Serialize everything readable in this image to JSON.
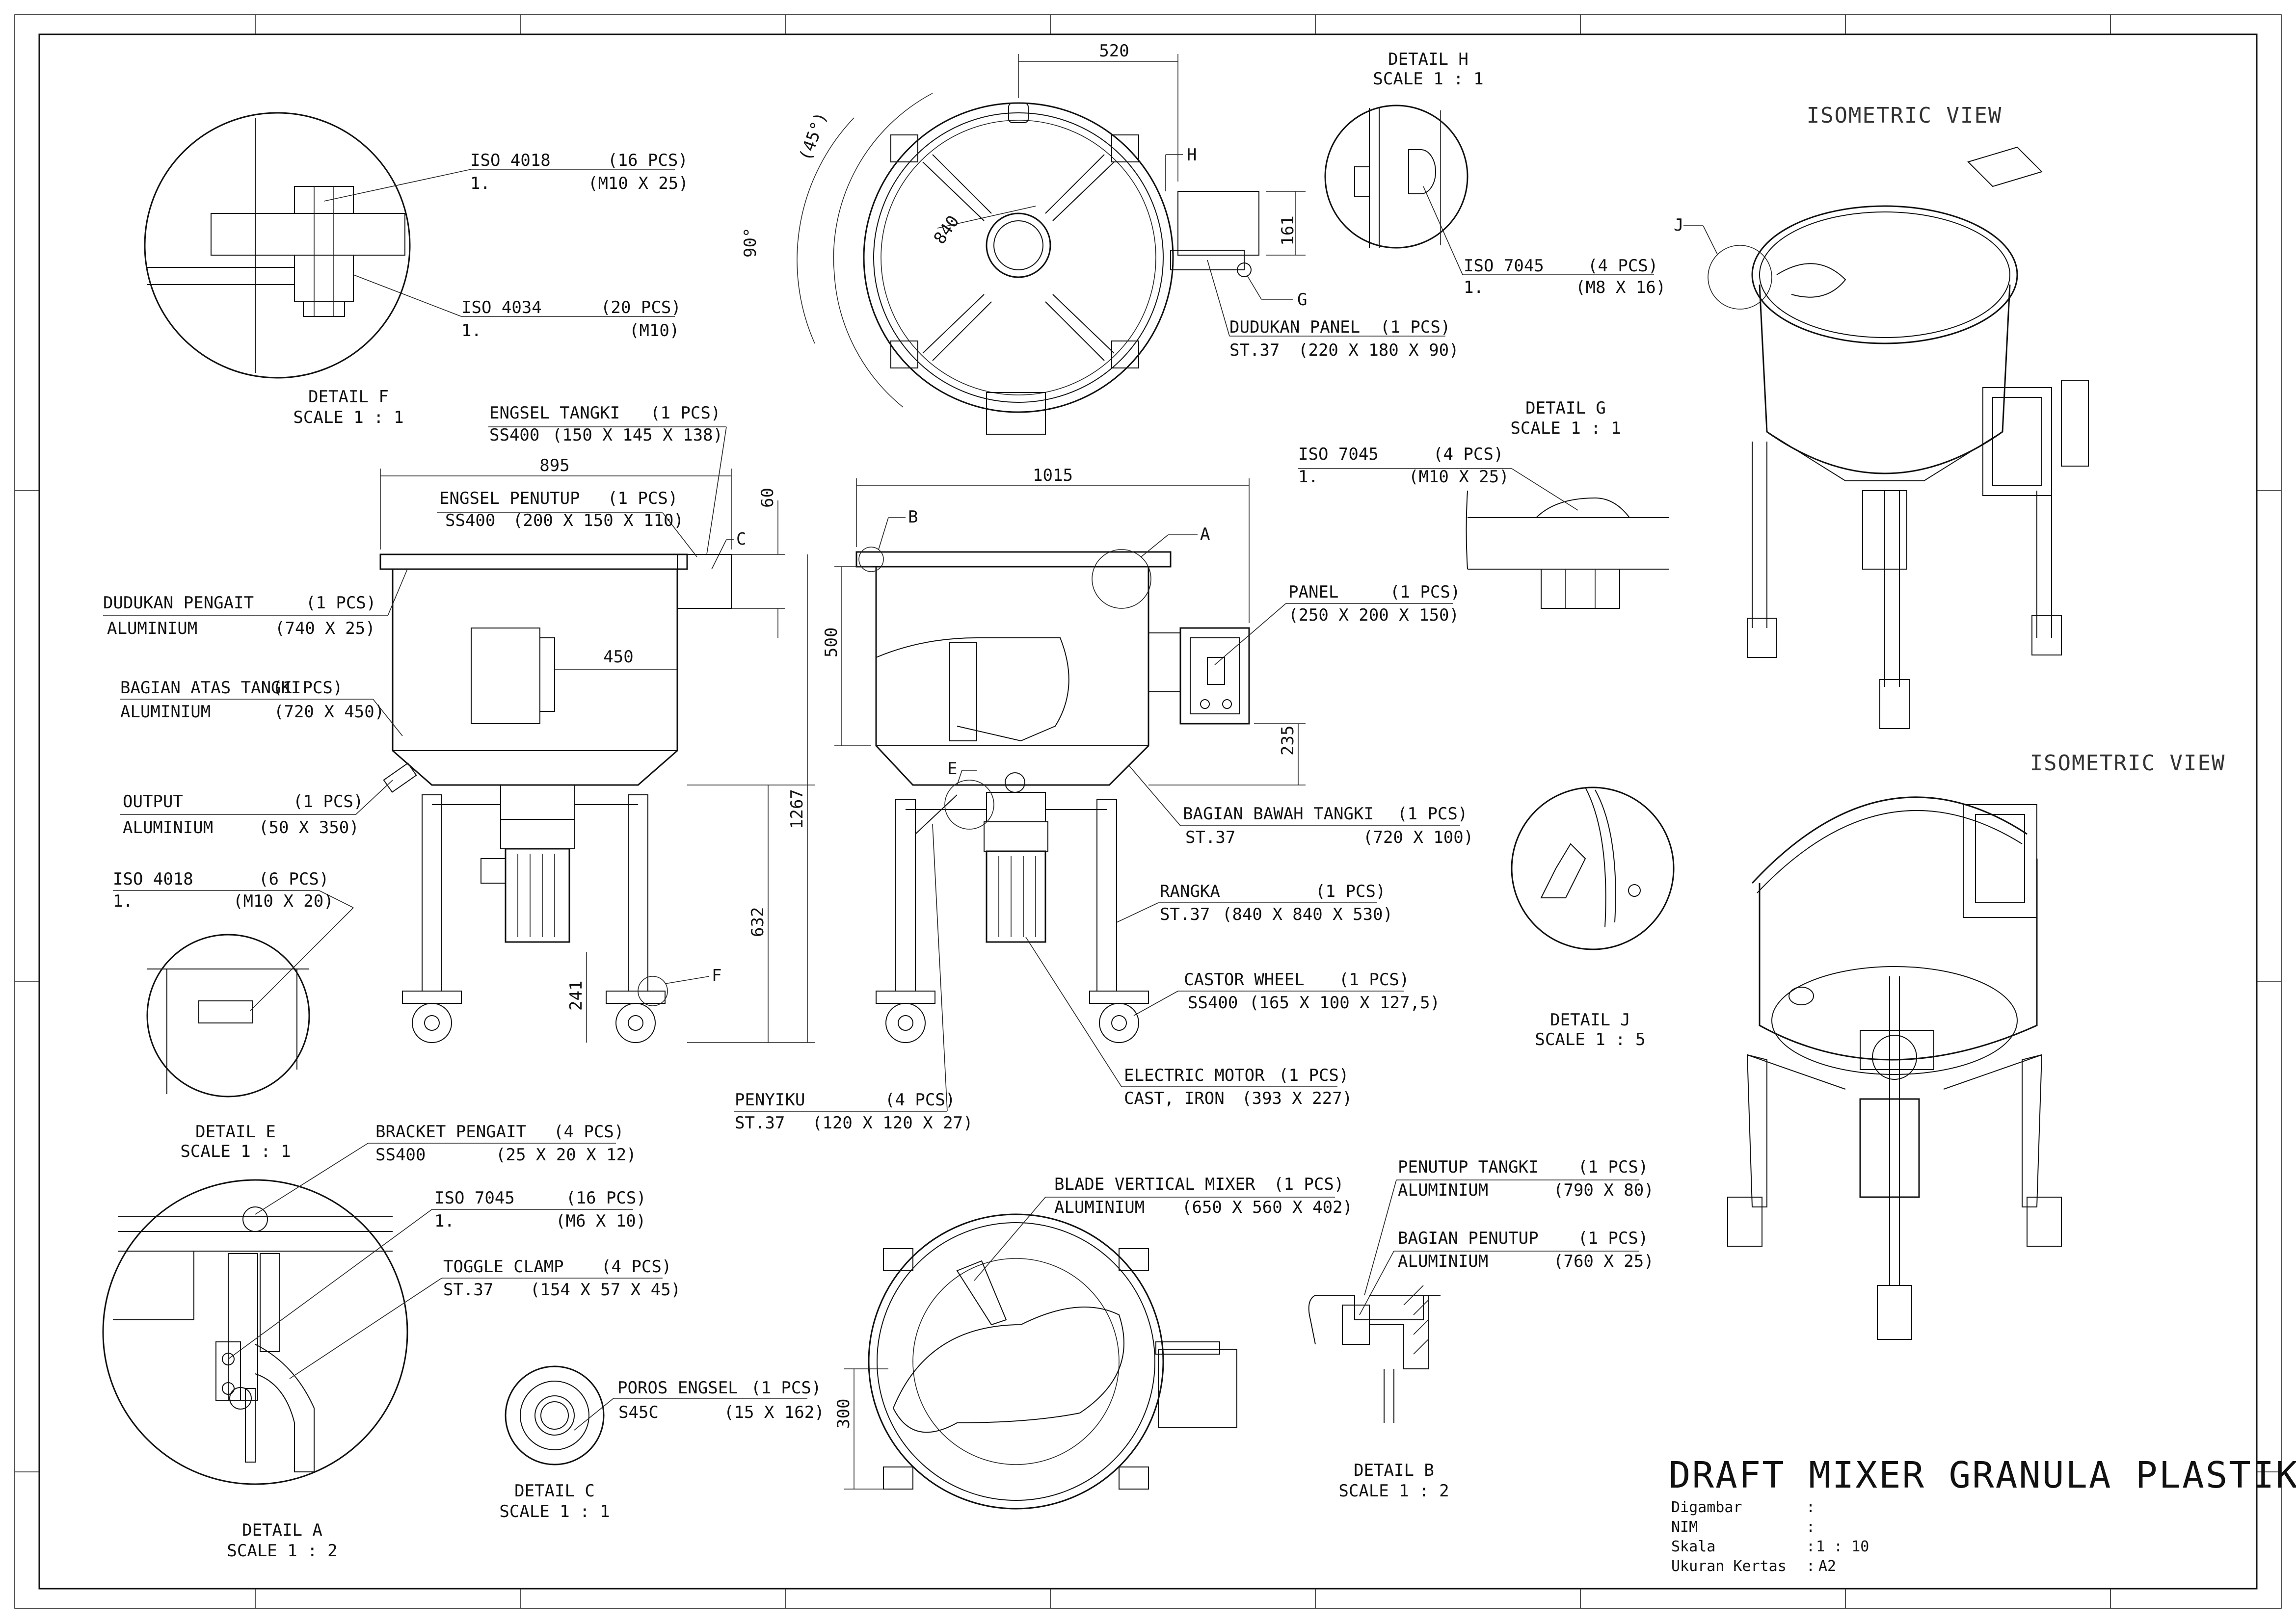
{
  "title_block": {
    "title": "DRAFT MIXER GRANULA PLASTIK",
    "rows": [
      {
        "label": "Digambar",
        "sep": ":",
        "value": ""
      },
      {
        "label": "NIM",
        "sep": ":",
        "value": ""
      },
      {
        "label": "Skala",
        "sep": ":",
        "value": "1 : 10"
      },
      {
        "label": "Ukuran Kertas",
        "sep": ":",
        "value": "A2"
      }
    ]
  },
  "views": {
    "iso_top": "ISOMETRIC VIEW",
    "iso_bottom": "ISOMETRIC VIEW"
  },
  "details": {
    "f": {
      "name": "DETAIL F",
      "scale": "SCALE 1 : 1"
    },
    "h": {
      "name": "DETAIL H",
      "scale": "SCALE 1 : 1"
    },
    "g": {
      "name": "DETAIL G",
      "scale": "SCALE 1 : 1"
    },
    "e": {
      "name": "DETAIL E",
      "scale": "SCALE 1 : 1"
    },
    "j": {
      "name": "DETAIL J",
      "scale": "SCALE 1 : 5"
    },
    "a": {
      "name": "DETAIL A",
      "scale": "SCALE 1 : 2"
    },
    "c": {
      "name": "DETAIL C",
      "scale": "SCALE 1 : 1"
    },
    "b": {
      "name": "DETAIL B",
      "scale": "SCALE 1 : 2"
    }
  },
  "labels": {
    "iso4018_f": {
      "name": "ISO 4018",
      "qty": "(16 PCS)",
      "mat": "1.",
      "size": "(M10 X 25)"
    },
    "iso4034_f": {
      "name": "ISO 4034",
      "qty": "(20 PCS)",
      "mat": "1.",
      "size": "(M10)"
    },
    "iso7045_h": {
      "name": "ISO 7045",
      "qty": "(4 PCS)",
      "mat": "1.",
      "size": "(M8 X 16)"
    },
    "dudukan_panel": {
      "name": "DUDUKAN PANEL",
      "qty": "(1 PCS)",
      "mat": "ST.37",
      "size": "(220 X 180 X 90)"
    },
    "engsel_tangki": {
      "name": "ENGSEL TANGKI",
      "qty": "(1 PCS)",
      "mat": "SS400",
      "size": "(150 X 145 X 138)"
    },
    "engsel_penutup": {
      "name": "ENGSEL PENUTUP",
      "qty": "(1 PCS)",
      "mat": "SS400",
      "size": "(200 X 150 X 110)"
    },
    "dudukan_pengait": {
      "name": "DUDUKAN PENGAIT",
      "qty": "(1 PCS)",
      "mat": "ALUMINIUM",
      "size": "(740 X 25)"
    },
    "bagian_atas": {
      "name": "BAGIAN ATAS TANGKI",
      "qty": "(1 PCS)",
      "mat": "ALUMINIUM",
      "size": "(720 X 450)"
    },
    "output": {
      "name": "OUTPUT",
      "qty": "(1 PCS)",
      "mat": "ALUMINIUM",
      "size": "(50 X 350)"
    },
    "iso4018_e": {
      "name": "ISO 4018",
      "qty": "(6 PCS)",
      "mat": "1.",
      "size": "(M10 X 20)"
    },
    "iso7045_g": {
      "name": "ISO 7045",
      "qty": "(4 PCS)",
      "mat": "1.",
      "size": "(M10 X 25)"
    },
    "panel": {
      "name": "PANEL",
      "qty": "(1 PCS)",
      "mat": "",
      "size": "(250 X 200 X 150)"
    },
    "bagian_bawah": {
      "name": "BAGIAN BAWAH TANGKI",
      "qty": "(1 PCS)",
      "mat": "ST.37",
      "size": "(720 X 100)"
    },
    "rangka": {
      "name": "RANGKA",
      "qty": "(1 PCS)",
      "mat": "ST.37",
      "size": "(840 X 840 X 530)"
    },
    "castor": {
      "name": "CASTOR WHEEL",
      "qty": "(1 PCS)",
      "mat": "SS400",
      "size": "(165 X 100 X 127,5)"
    },
    "motor": {
      "name": "ELECTRIC MOTOR",
      "qty": "(1 PCS)",
      "mat": "CAST, IRON",
      "size": "(393 X 227)"
    },
    "penyiku": {
      "name": "PENYIKU",
      "qty": "(4 PCS)",
      "mat": "ST.37",
      "size": "(120 X 120 X 27)"
    },
    "bracket": {
      "name": "BRACKET PENGAIT",
      "qty": "(4 PCS)",
      "mat": "SS400",
      "size": "(25 X 20 X 12)"
    },
    "iso7045_a": {
      "name": "ISO 7045",
      "qty": "(16 PCS)",
      "mat": "1.",
      "size": "(M6 X 10)"
    },
    "toggle": {
      "name": "TOGGLE CLAMP",
      "qty": "(4 PCS)",
      "mat": "ST.37",
      "size": "(154 X 57 X 45)"
    },
    "blade": {
      "name": "BLADE VERTICAL MIXER",
      "qty": "(1 PCS)",
      "mat": "ALUMINIUM",
      "size": "(650 X 560 X 402)"
    },
    "penutup_tangki": {
      "name": "PENUTUP TANGKI",
      "qty": "(1 PCS)",
      "mat": "ALUMINIUM",
      "size": "(790 X 80)"
    },
    "bagian_penutup": {
      "name": "BAGIAN PENUTUP",
      "qty": "(1 PCS)",
      "mat": "ALUMINIUM",
      "size": "(760 X 25)"
    },
    "poros": {
      "name": "POROS ENGSEL",
      "qty": "(1 PCS)",
      "mat": "S45C",
      "size": "(15 X 162)"
    }
  },
  "dimensions": {
    "d520": "520",
    "d161": "161",
    "d45": "(45°)",
    "d840": "840",
    "d90": "90°",
    "d895": "895",
    "d60": "60",
    "d450": "450",
    "d1267": "1267",
    "d632": "632",
    "d241": "241",
    "d1015": "1015",
    "d500": "500",
    "d235": "235",
    "d300": "300"
  },
  "callouts": {
    "h": "H",
    "g": "G",
    "c": "C",
    "b": "B",
    "a": "A",
    "e": "E",
    "f": "F",
    "j": "J"
  }
}
